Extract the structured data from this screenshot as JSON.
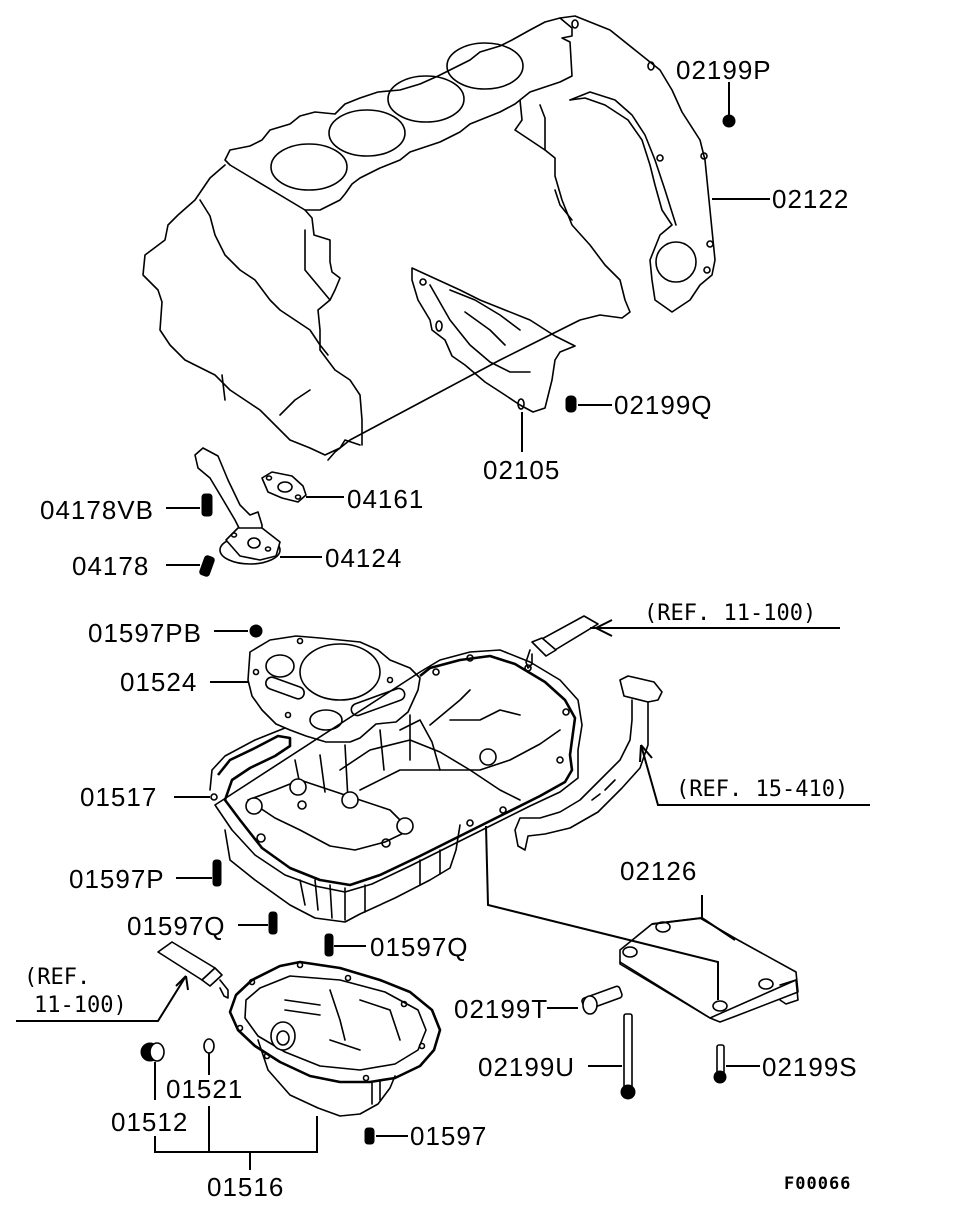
{
  "diagram": {
    "title": "Engine block / oil pan exploded parts diagram",
    "figure_code": "F00066",
    "line_color": "#000000",
    "background": "#ffffff",
    "parts": {
      "p02199P": "02199P",
      "p02122": "02122",
      "p02199Q": "02199Q",
      "p02105": "02105",
      "p04161": "04161",
      "p04178VB": "04178VB",
      "p04124": "04124",
      "p04178": "04178",
      "p01597PB": "01597PB",
      "p01524": "01524",
      "p01517": "01517",
      "p01597P": "01597P",
      "p01597Q_a": "01597Q",
      "p01597Q_b": "01597Q",
      "p02126": "02126",
      "p02199T": "02199T",
      "p02199U": "02199U",
      "p02199S": "02199S",
      "p01512": "01512",
      "p01521": "01521",
      "p01516": "01516",
      "p01597": "01597"
    },
    "references": {
      "ref_sealant_top": "(REF. 11-100)",
      "ref_dipstick": "(REF. 15-410)",
      "ref_sealant_left_line1": "(REF.",
      "ref_sealant_left_line2": "11-100)"
    }
  }
}
